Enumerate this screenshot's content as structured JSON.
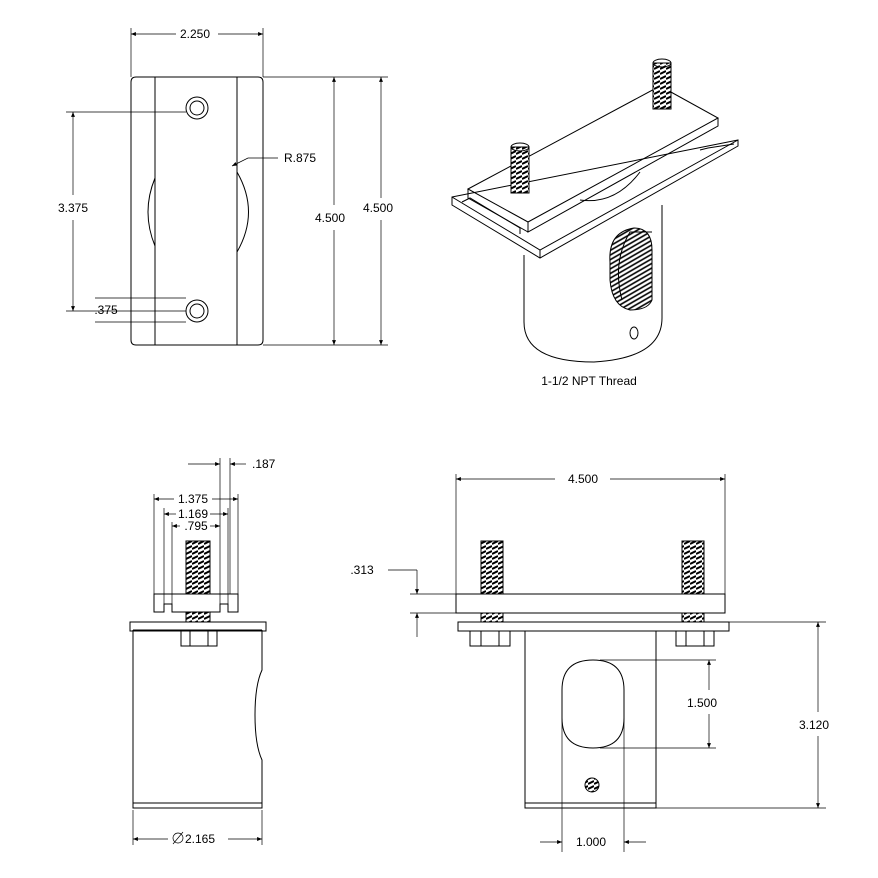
{
  "top_view": {
    "width": "2.250",
    "hole_spacing": "3.375",
    "edge_offset": ".375",
    "radius": "R.875",
    "inner_length": "4.500",
    "outer_length": "4.500"
  },
  "iso_view": {
    "caption": "1-1/2 NPT Thread"
  },
  "side_view": {
    "d1": ".187",
    "d2": "1.375",
    "d3": "1.169",
    "d4": ".795",
    "diameter": "2.165"
  },
  "front_view": {
    "width": "4.500",
    "plate_thickness": ".313",
    "slot_length": "1.500",
    "height": "3.120",
    "slot_width": "1.000"
  }
}
